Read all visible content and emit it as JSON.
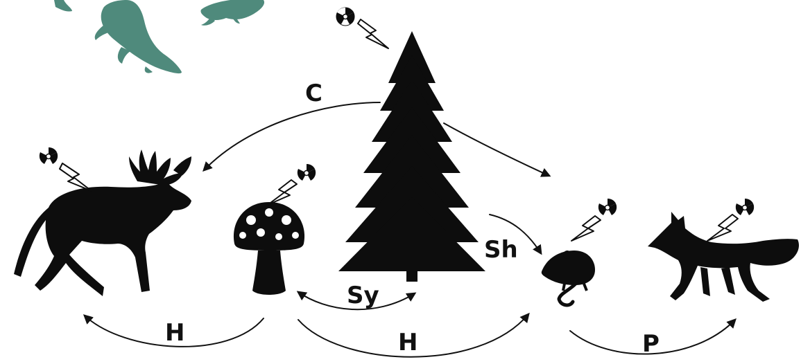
{
  "colors": {
    "silhouette": "#0d0d0d",
    "aquatic": "#4f8a7c",
    "arrow": "#111111",
    "background": "#ffffff"
  },
  "organisms": [
    {
      "name": "fish",
      "icon": "fish-icon",
      "radiation": false
    },
    {
      "name": "frog",
      "icon": "frog-icon",
      "radiation": false
    },
    {
      "name": "tree",
      "icon": "spruce-tree-icon",
      "radiation": true
    },
    {
      "name": "moose",
      "icon": "moose-icon",
      "radiation": true
    },
    {
      "name": "mushroom",
      "icon": "mushroom-icon",
      "radiation": true
    },
    {
      "name": "mouse",
      "icon": "mouse-icon",
      "radiation": true
    },
    {
      "name": "fox",
      "icon": "fox-icon",
      "radiation": true
    }
  ],
  "interactions": {
    "competition": "C",
    "herbivory_left": "H",
    "symbiosis": "Sy",
    "shelter": "Sh",
    "herbivory_right": "H",
    "predation": "P"
  }
}
